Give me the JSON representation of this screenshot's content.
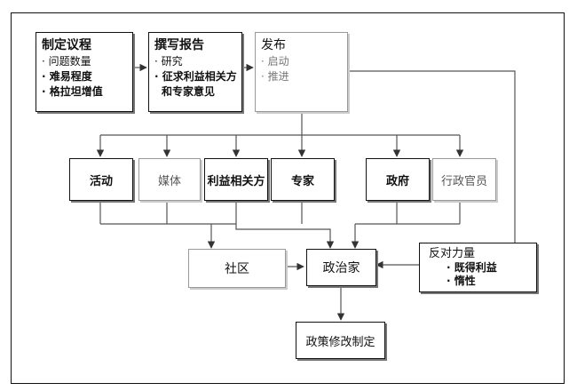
{
  "agenda": {
    "title": "制定议程",
    "items": [
      "· 问题数量",
      "· 难易程度",
      "· 格拉坦增值"
    ]
  },
  "report": {
    "title": "撰写报告",
    "items": [
      "· 研究",
      "· 征求利益相关方",
      "和专家意见"
    ]
  },
  "publish": {
    "title": "发布",
    "items": [
      "· 启动",
      "· 推进"
    ]
  },
  "actors": {
    "activity": "活动",
    "media": "媒体",
    "stakeholders": "利益相关方",
    "experts": "专家",
    "government": "政府",
    "officials": "行政官员"
  },
  "community": "社区",
  "politician": "政治家",
  "opposition": {
    "title": "反对力量",
    "items": [
      "· 既得利益",
      "· 惰性"
    ]
  },
  "policy": "政策修改制定",
  "colors": {
    "line": "#111111",
    "light_line": "#999999",
    "shadow": "#777777"
  }
}
